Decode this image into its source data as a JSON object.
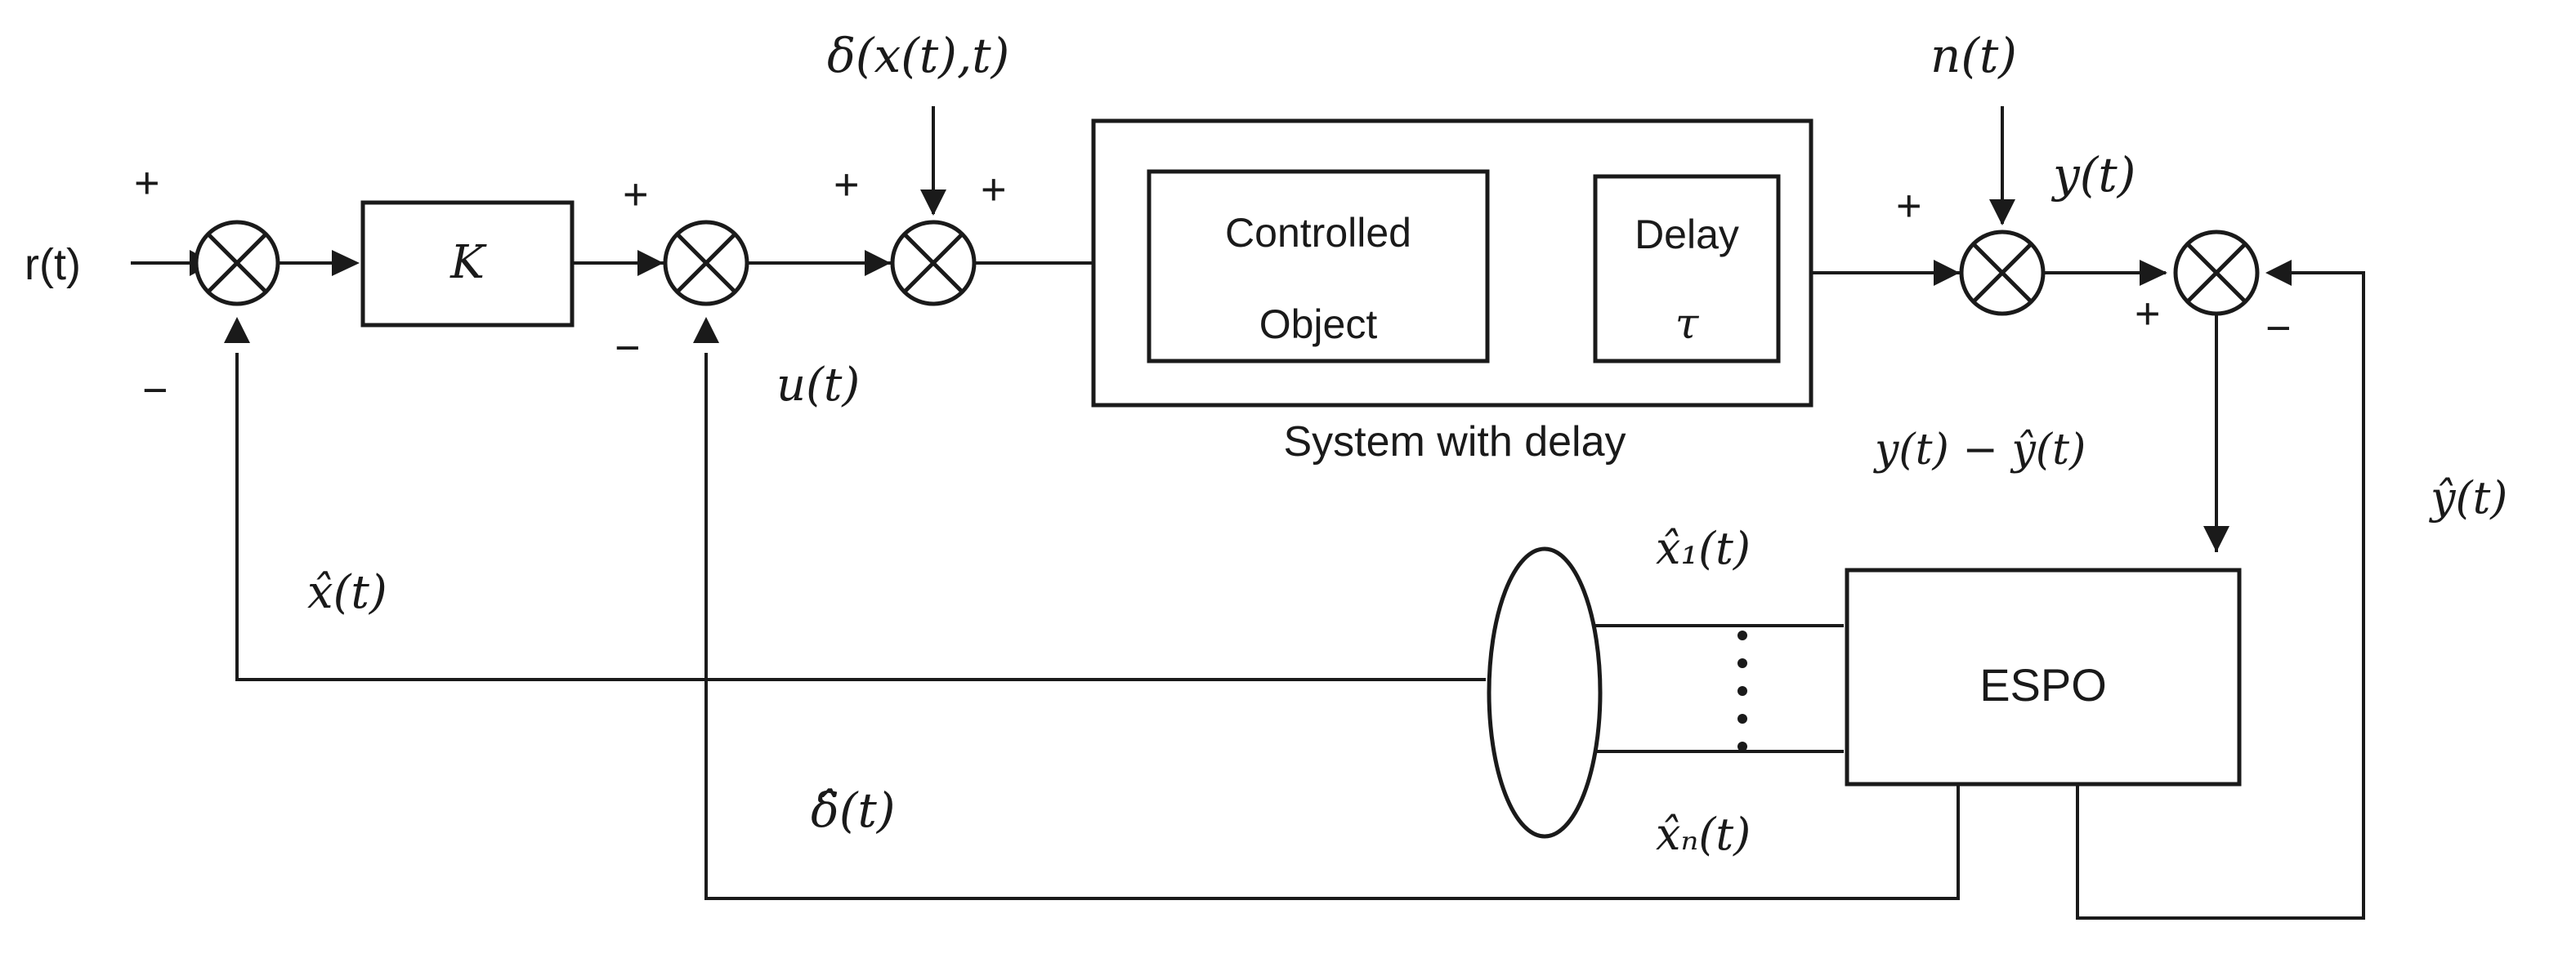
{
  "signals": {
    "reference": "r(t)",
    "control": "u(t)",
    "disturbance": "δ(x(t),t)",
    "noise": "n(t)",
    "output": "y(t)",
    "error": "y(t) − ŷ(t)",
    "output_estimate": "ŷ(t)",
    "state_estimate": "x̂(t)",
    "disturbance_estimate": "δ̂(t)",
    "state_estimate_1": "x̂₁(t)",
    "state_estimate_n": "x̂ₙ(t)"
  },
  "blocks": {
    "gain": "K",
    "controlled_object_line1": "Controlled",
    "controlled_object_line2": "Object",
    "delay_line1": "Delay",
    "delay_line2": "τ",
    "system_caption": "System with delay",
    "observer": "ESPO"
  },
  "signs": {
    "sum1_in": "+",
    "sum1_fb": "−",
    "sum2_in": "+",
    "sum2_fb": "−",
    "sum3_in": "+",
    "sum3_dist": "+",
    "sum4_in": "+",
    "sum5_in": "+",
    "sum5_fb": "−"
  }
}
